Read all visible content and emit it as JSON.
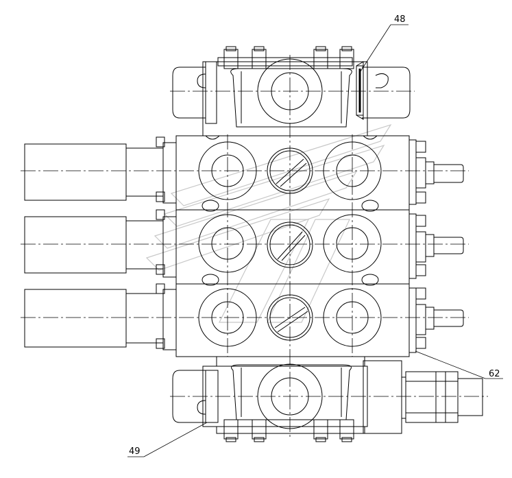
{
  "callouts": {
    "c48": "48",
    "c49": "49",
    "c62": "62"
  },
  "colors": {
    "line": "#000000",
    "watermark": "#c8c8c8",
    "background": "#ffffff"
  }
}
